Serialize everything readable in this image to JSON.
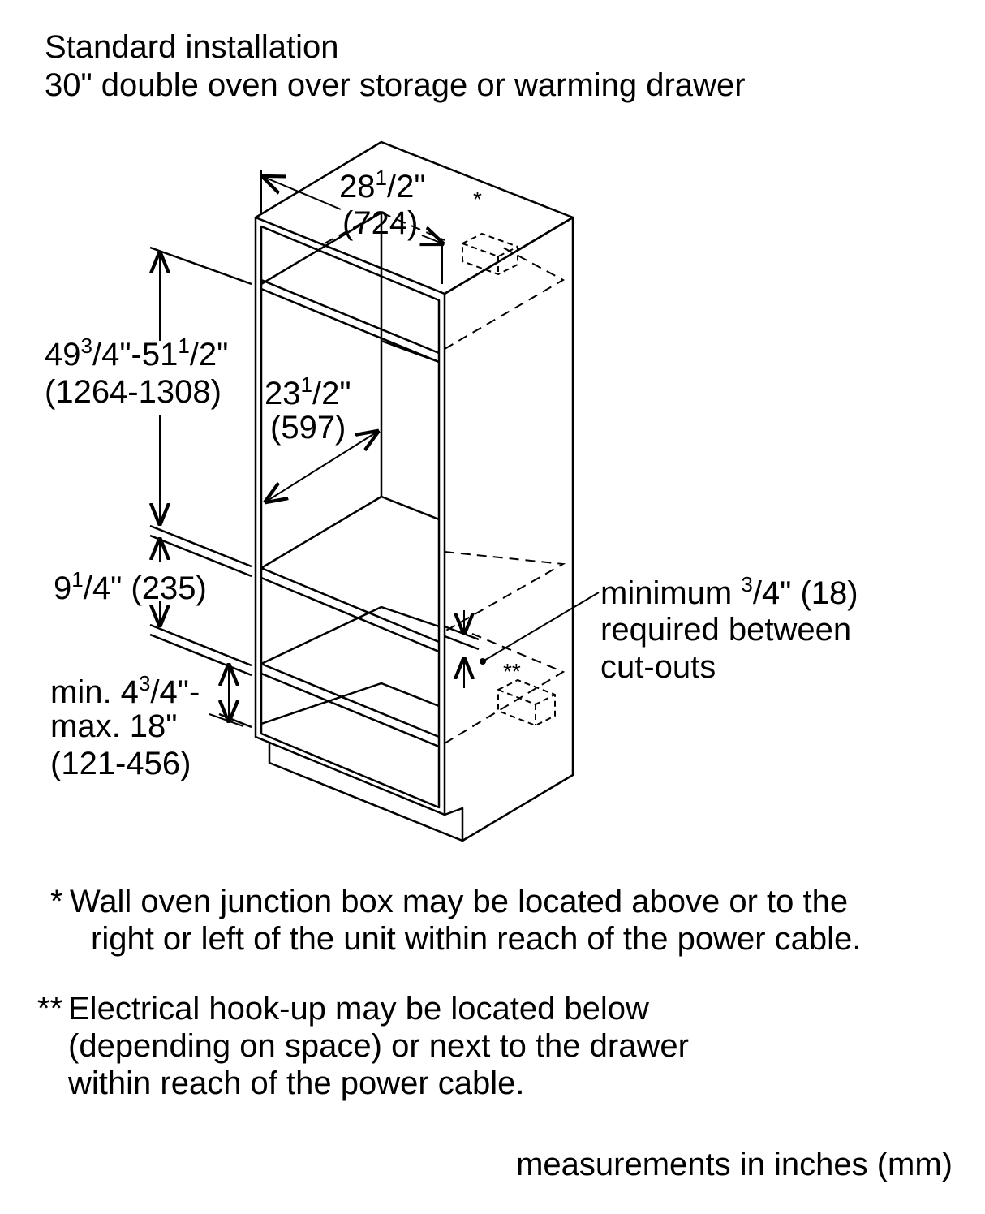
{
  "title": {
    "line1": "Standard installation",
    "line2": "30\" double oven over storage or warming drawer"
  },
  "dimensions": {
    "width_whole": "28",
    "width_num": "1",
    "width_den": "/2\"",
    "width_mm": "(724)",
    "height_a_whole": "49",
    "height_a_num": "3",
    "height_a_frac": "/4\"-51",
    "height_a_num2": "1",
    "height_a_den2": "/2\"",
    "height_mm": "(1264-1308)",
    "depth_whole": "23",
    "depth_num": "1",
    "depth_den": "/2\"",
    "depth_mm": "(597)",
    "gap_whole": "9",
    "gap_num": "1",
    "gap_den": "/4\" (235)",
    "min_prefix": "min. 4",
    "min_num": "3",
    "min_den": "/4\"-",
    "max_line": "max. 18\"",
    "minmax_mm": "(121-456)",
    "cutout_prefix": "minimum ",
    "cutout_num": "3",
    "cutout_den": "/4\" (18)",
    "cutout_line2": "required between",
    "cutout_line3": "cut-outs",
    "asterisk_single": "*",
    "asterisk_double": "**"
  },
  "notes": {
    "note1_marker": "*",
    "note1_line1": "Wall oven junction box may be located above or to the",
    "note1_line2": "right or left of the unit within reach of the power cable.",
    "note2_marker": "**",
    "note2_line1": "Electrical hook-up may be located below",
    "note2_line2": "(depending on space) or next to the drawer",
    "note2_line3": "within reach of the power cable."
  },
  "footer": "measurements in inches (mm)"
}
